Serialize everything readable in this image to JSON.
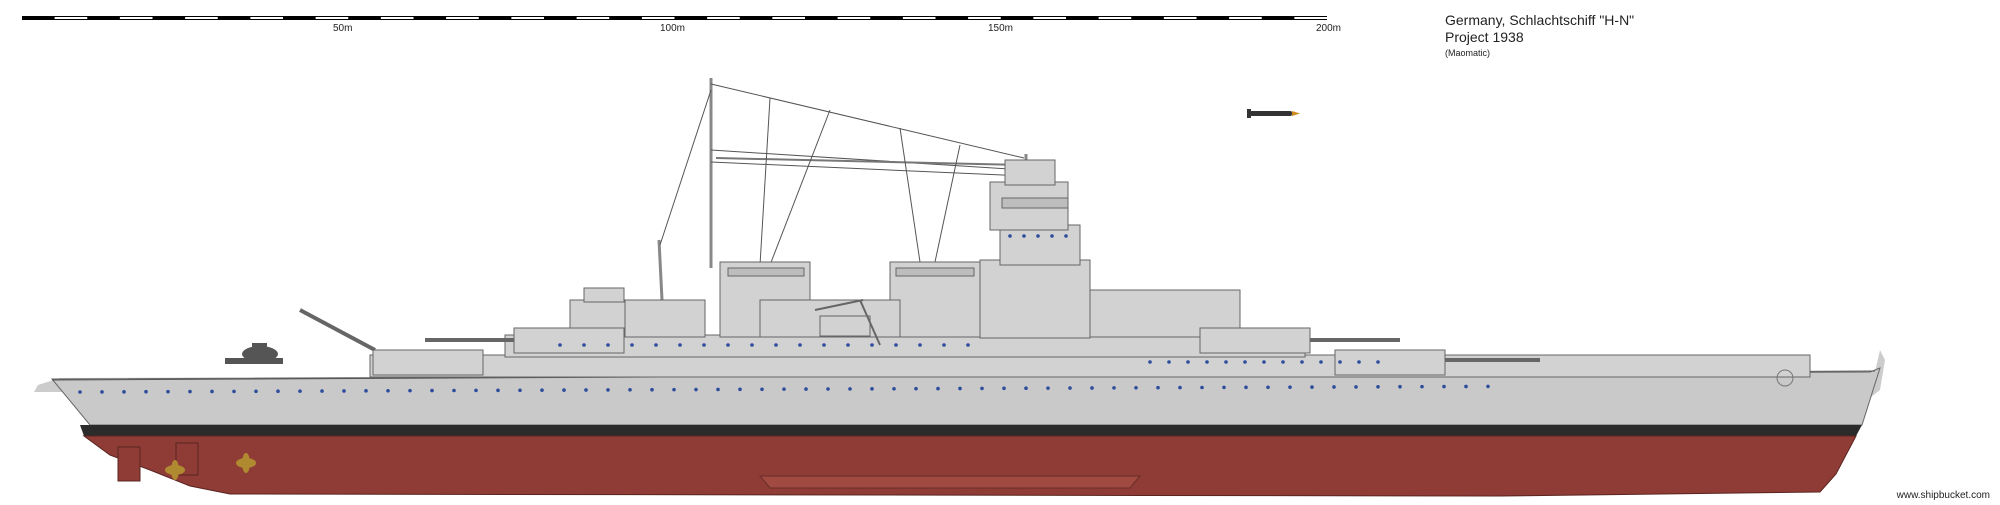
{
  "scale_bar": {
    "labels": [
      "50m",
      "100m",
      "150m",
      "200m"
    ]
  },
  "caption": {
    "line1": "Germany, Schlachtschiff \"H-N\"",
    "line2": "Project 1938",
    "line3": "(Maomatic)"
  },
  "watermark": "www.shipbucket.com",
  "colors": {
    "hull_upper": "#c8c8c8",
    "hull_lower": "#8f3c36",
    "boot_topping": "#2b2b2b",
    "superstructure": "#d2d2d2",
    "portholes": "#2c4c9c"
  }
}
